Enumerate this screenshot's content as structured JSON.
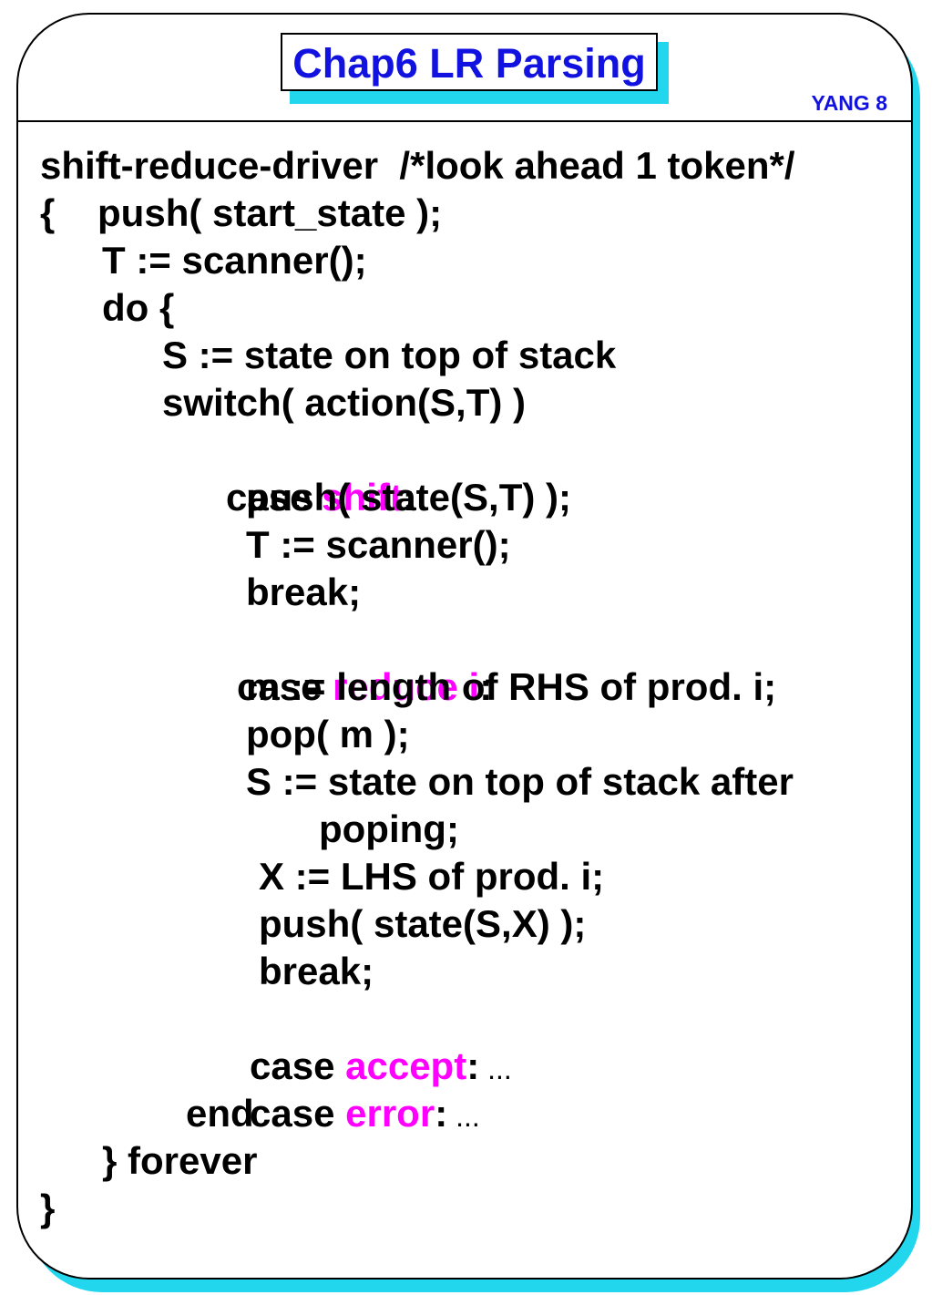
{
  "header": {
    "title": "Chap6  LR Parsing",
    "page_label": "YANG 8"
  },
  "colors": {
    "title": "#1212e0",
    "keyword": "#ff00ff",
    "shadow": "#22d6ee",
    "text": "#000000"
  },
  "code": {
    "l1": "shift-reduce-driver  /*look ahead 1 token*/",
    "l2": "{    push( start_state );",
    "l3": "T := scanner();",
    "l4": "do {",
    "l5": "S := state on top of stack",
    "l6": "switch( action(S,T) )",
    "l7_pre": "case ",
    "l7_kw": "shift",
    "l7_post": ":",
    "l8": "push( state(S,T) );",
    "l9": "T := scanner();",
    "l10": "break;",
    "l11_pre": "case ",
    "l11_kw": "reduce i",
    "l11_post": ":",
    "l12": "m := length of RHS of prod. i;",
    "l13": "pop( m );",
    "l14": "S := state on top of stack after",
    "l15": "poping;",
    "l16": "X := LHS of prod. i;",
    "l17": "push( state(S,X) );",
    "l18": "break;",
    "l19_pre": "case ",
    "l19_kw": "accept",
    "l19_post": ":",
    "l19_tail": " ...",
    "l20_pre": "case ",
    "l20_kw": "error",
    "l20_post": ":",
    "l20_tail": " ...",
    "l21": "end",
    "l22": "} forever",
    "l23": "}"
  }
}
